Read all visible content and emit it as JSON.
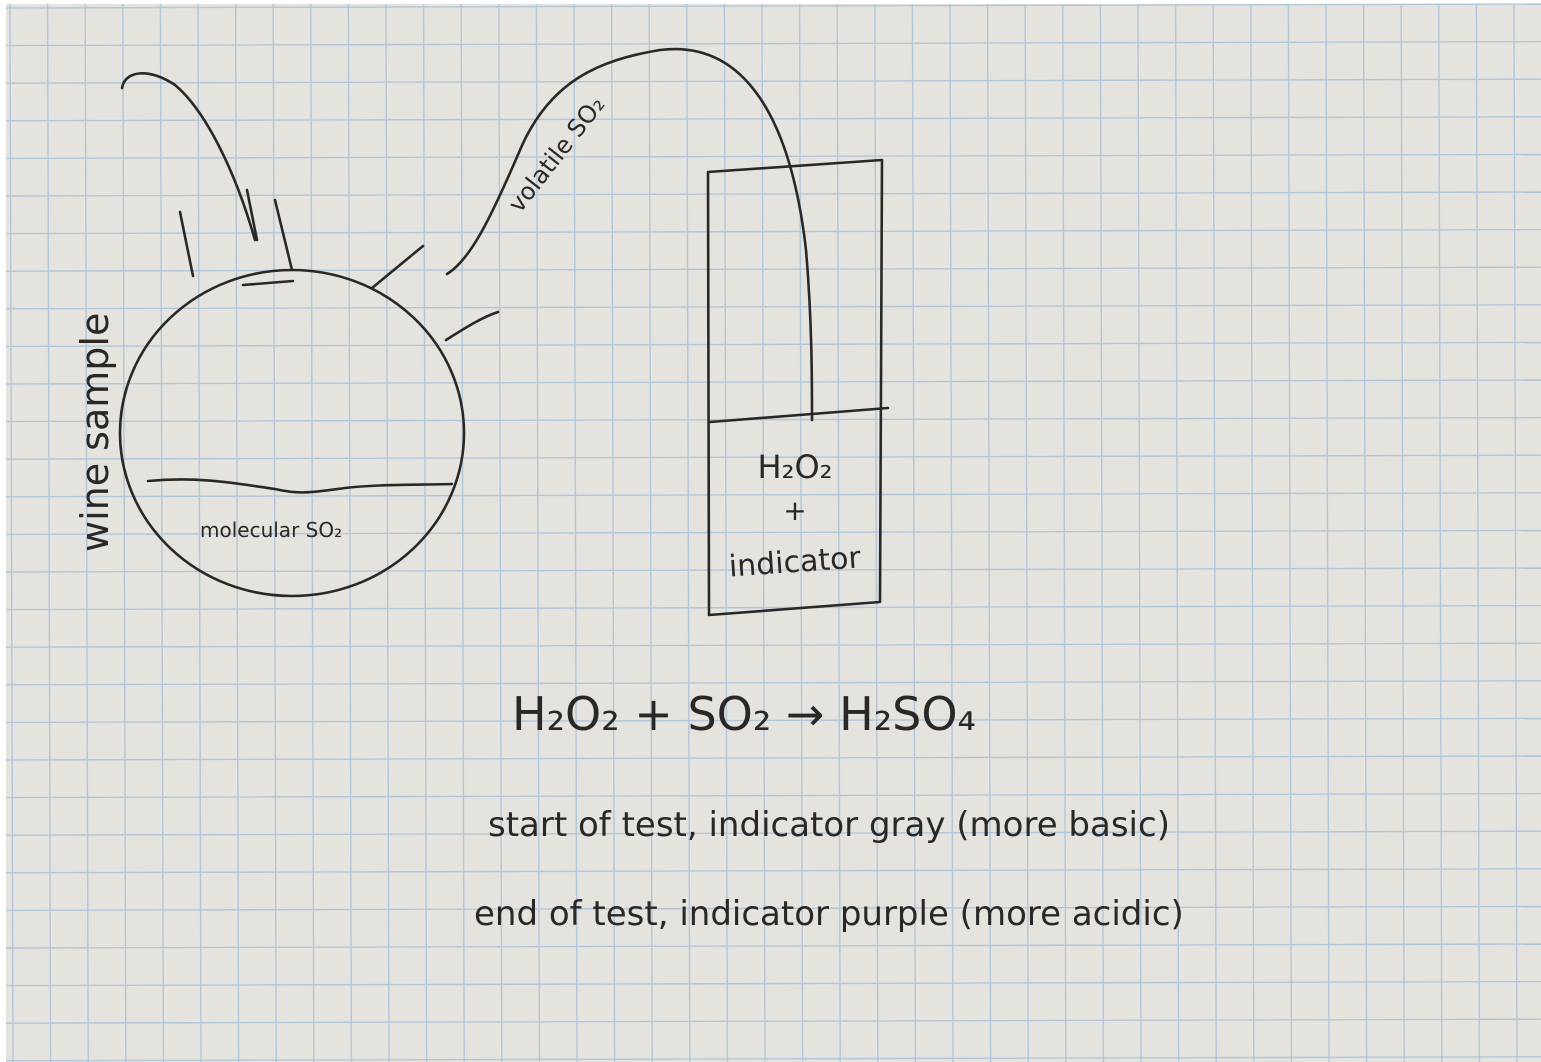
{
  "diagram": {
    "side_label": "wine sample",
    "flask_label": "molecular SO₂",
    "tube_label": "volatile SO₂",
    "cylinder_line1": "H₂O₂",
    "cylinder_line2": "+",
    "cylinder_line3": "indicator",
    "equation": "H₂O₂ + SO₂ → H₂SO₄",
    "note_start": "start of test, indicator gray (more basic)",
    "note_end": "end of test, indicator purple (more acidic)"
  },
  "colors": {
    "paper": "#e4e3dd",
    "grid": "#a9c2d8",
    "ink": "#2a2826"
  }
}
